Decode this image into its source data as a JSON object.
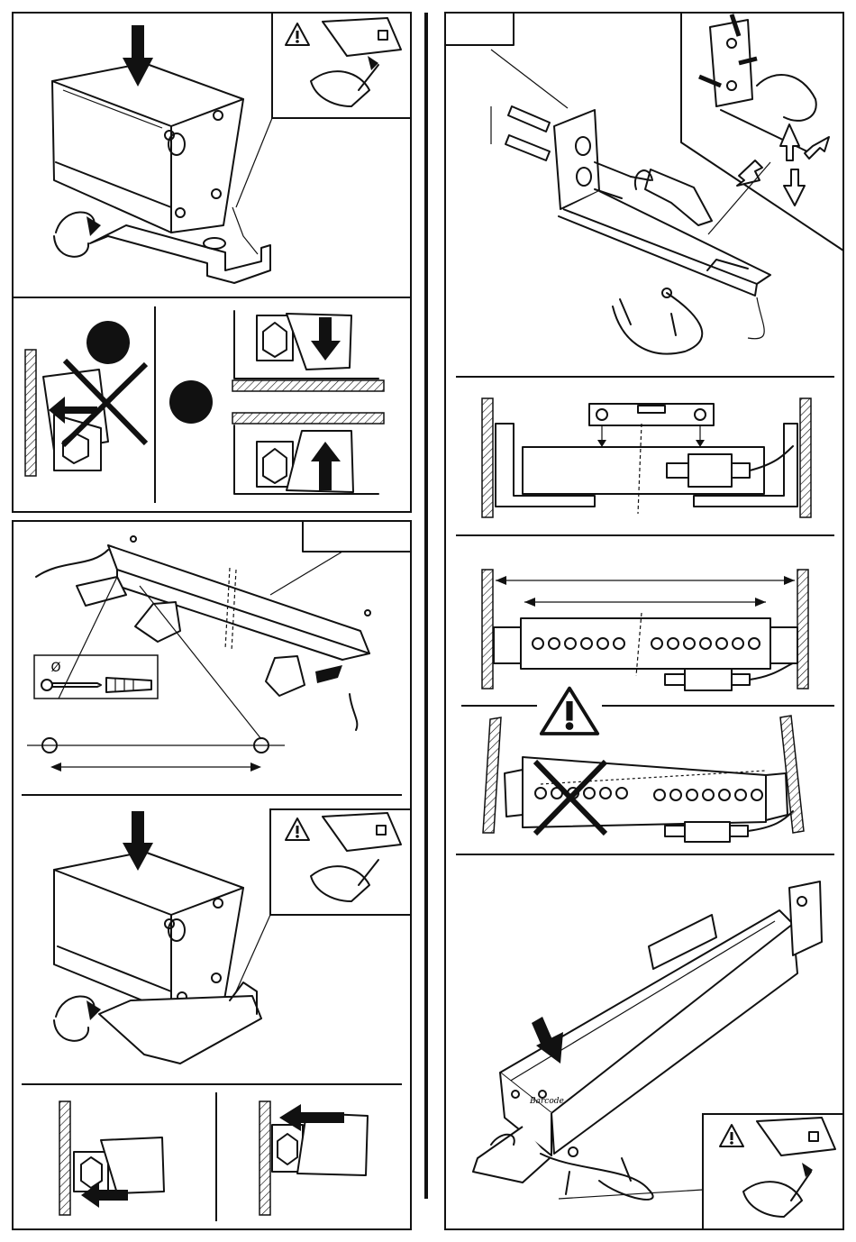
{
  "page": {
    "kind": "installation instruction sheet (pictograms only, no printed text)",
    "warning_symbol": "!",
    "diameter_symbol": "Ø",
    "product_badge": "Barcode"
  },
  "colors": {
    "ink": "#111111",
    "paper": "#ffffff"
  },
  "icons": [
    "down-arrow-icon",
    "warning-triangle-icon",
    "rotate-arrow-icon",
    "screw-icon",
    "wall-plug-icon",
    "spirit-level-icon",
    "cross-mark-icon",
    "safety-cable-icon",
    "measurement-arrow-icon"
  ]
}
